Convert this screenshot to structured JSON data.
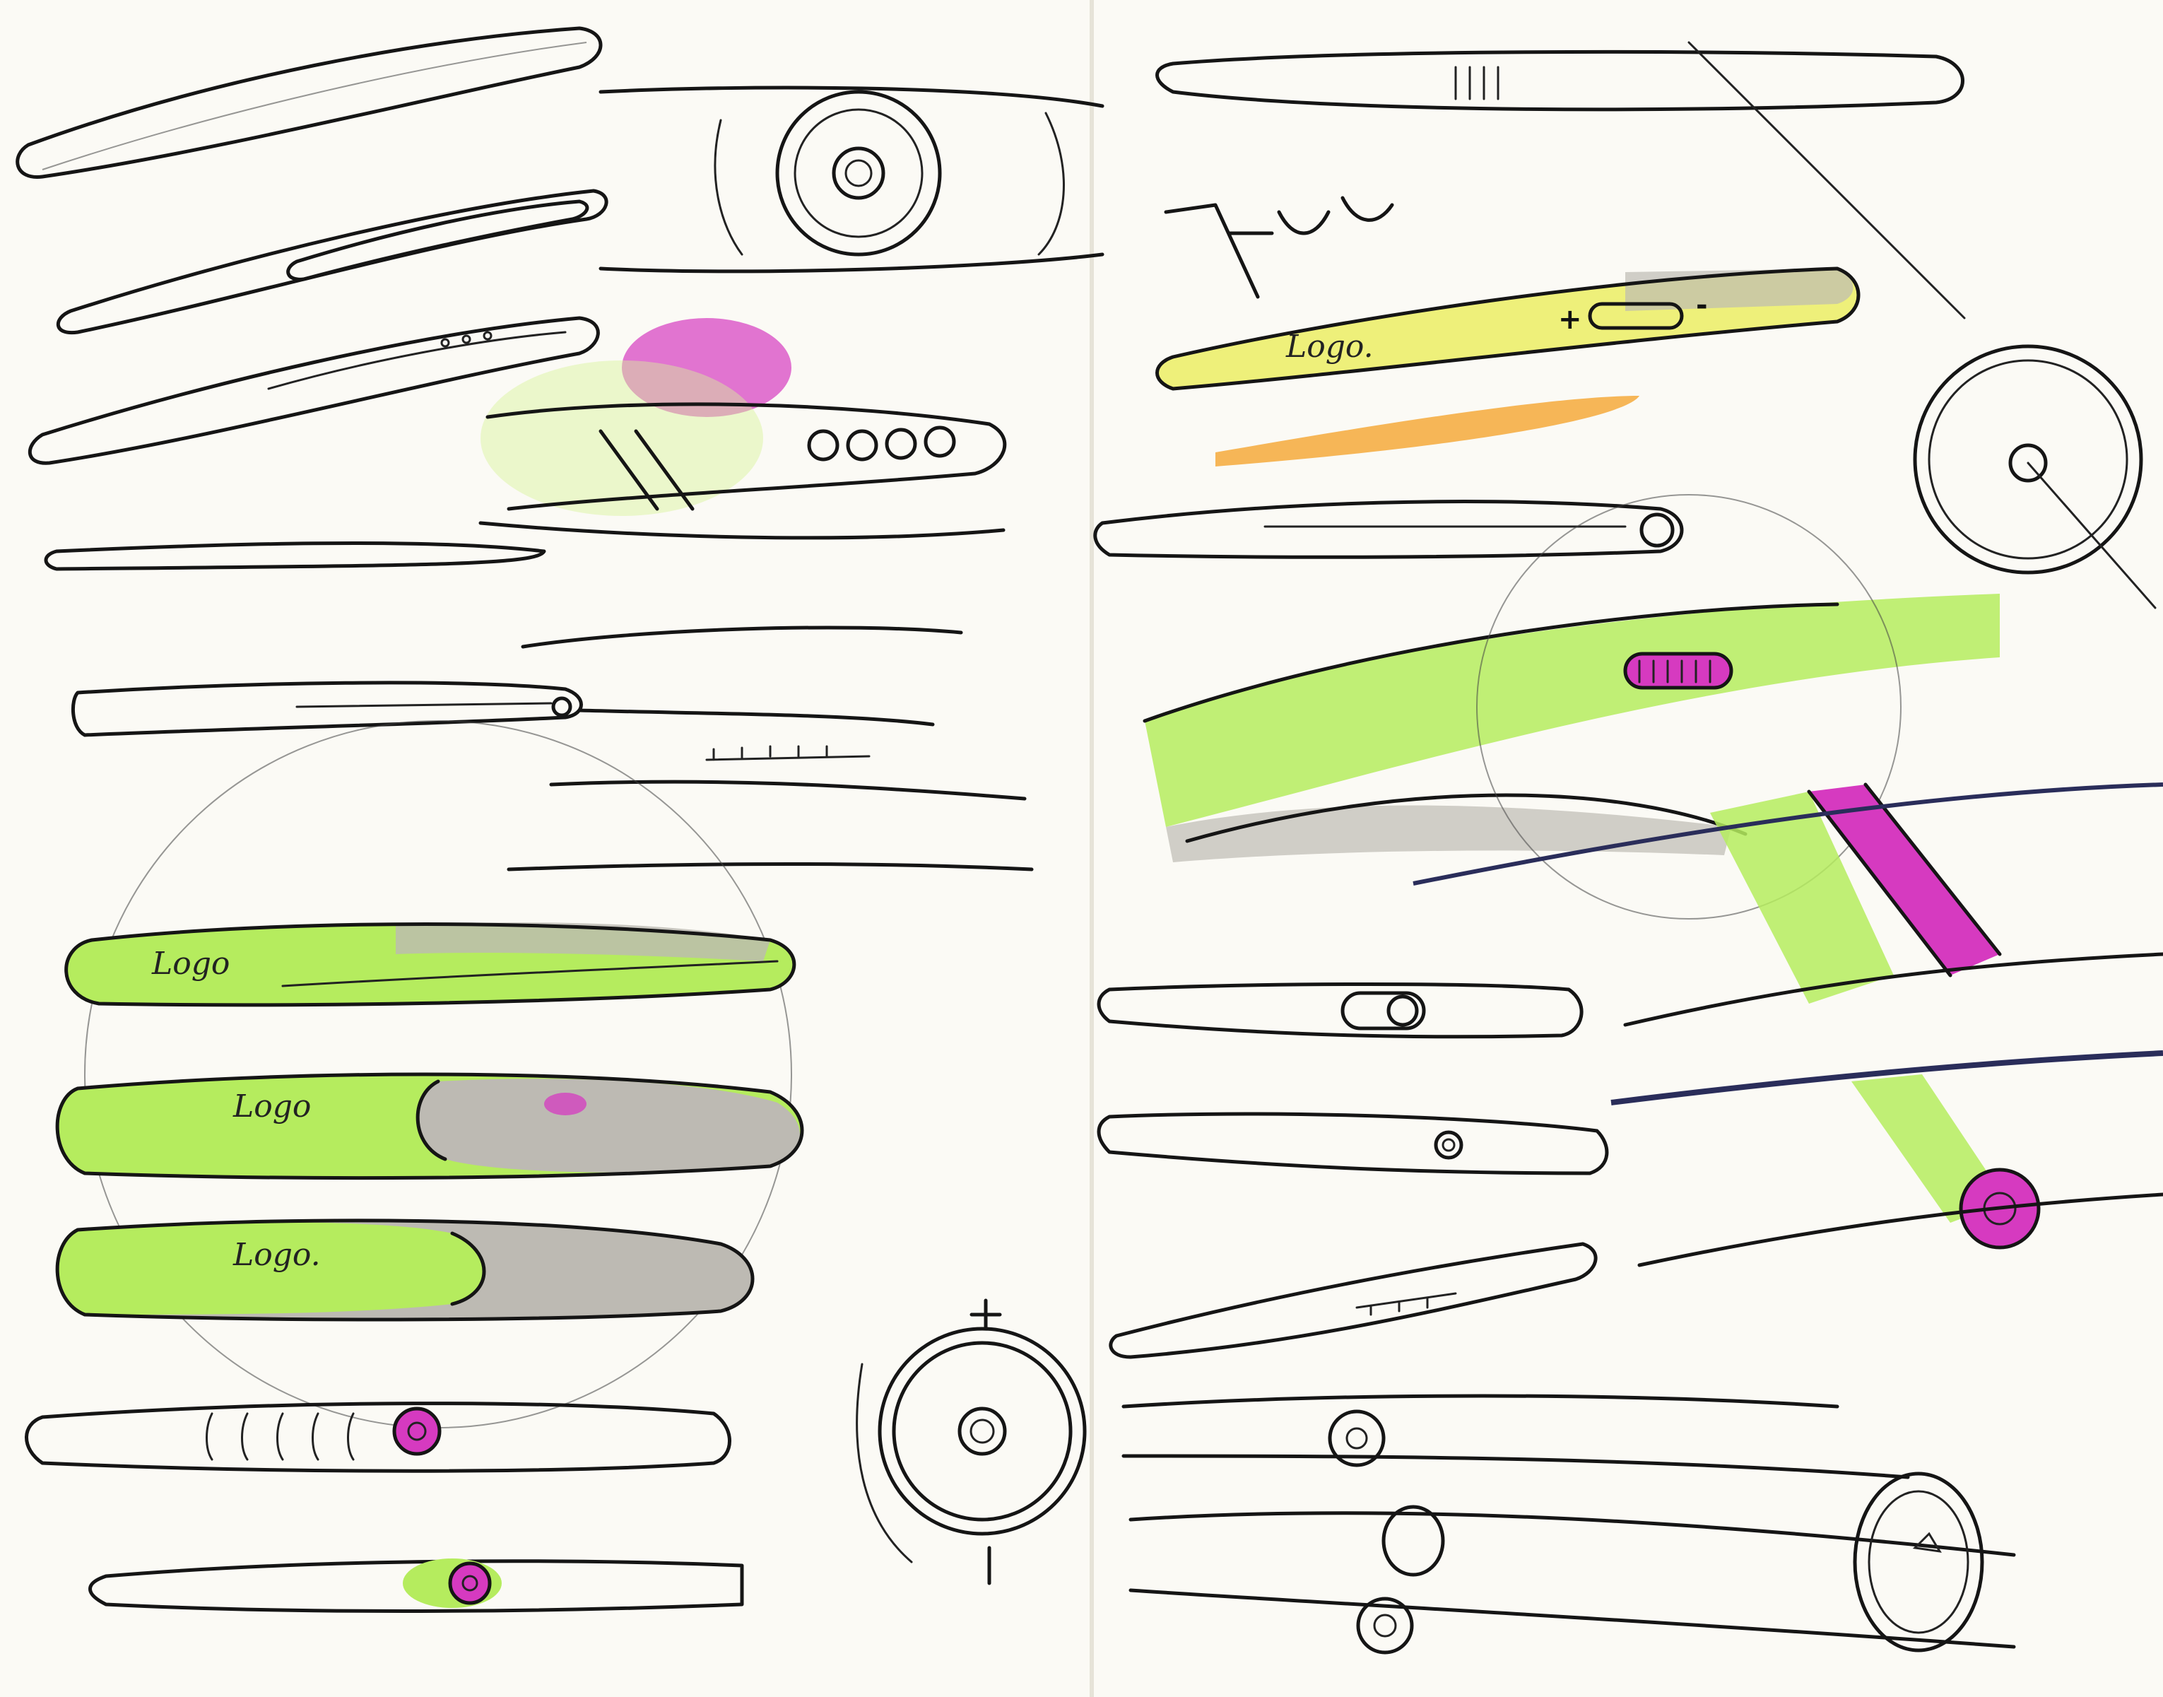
{
  "sketch": {
    "logo_labels": [
      "Logo.",
      "Logo",
      "Logo",
      "Logo."
    ],
    "plus_sign": "+",
    "minus_sign": "-",
    "colors": {
      "paper": "#fbfaf5",
      "ink": "#151515",
      "lime": "#b5ec5e",
      "lime_light": "#d8f59a",
      "yellow": "#eef07a",
      "orange": "#f4a93b",
      "magenta": "#d63ac0",
      "gray": "#bdbab3",
      "navy": "#2a2d5a"
    }
  }
}
